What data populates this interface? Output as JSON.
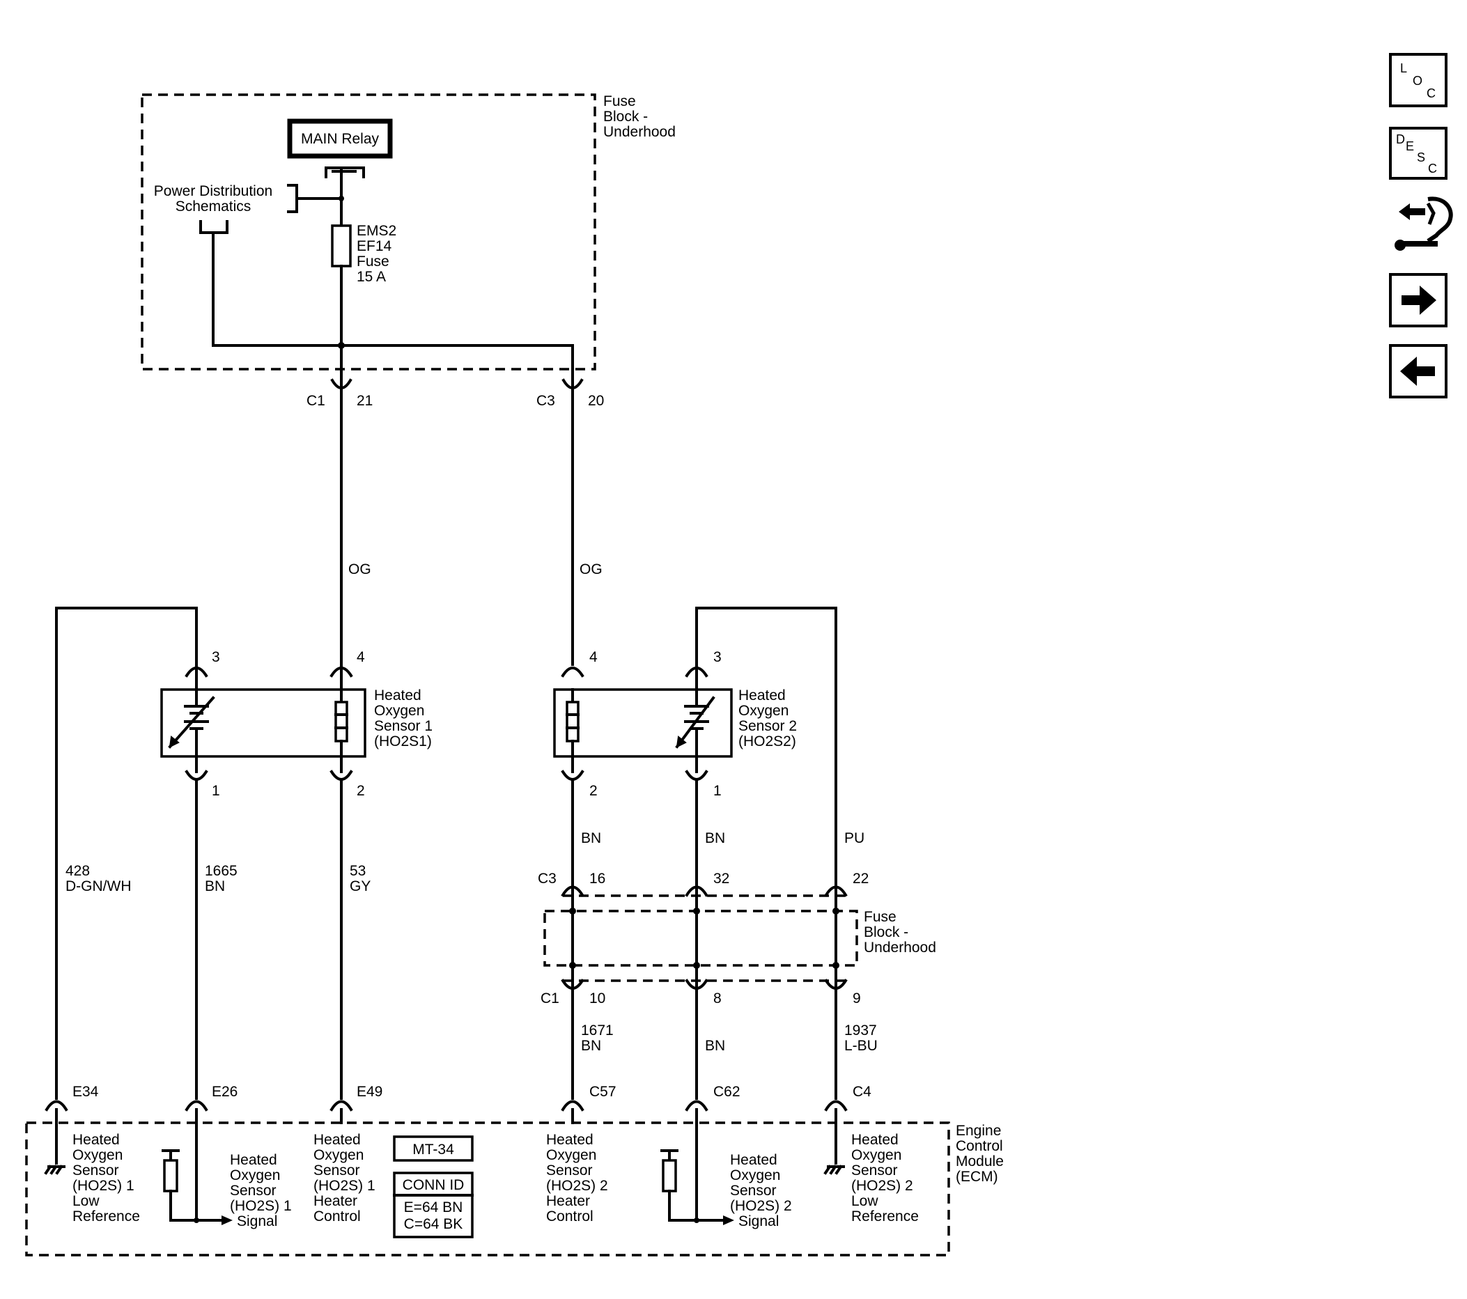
{
  "fuse_block_top": {
    "label_lines": [
      "Fuse",
      "Block -",
      "Underhood"
    ]
  },
  "main_relay": {
    "label": "MAIN Relay"
  },
  "power_distribution": {
    "label_lines": [
      "Power Distribution",
      "Schematics"
    ]
  },
  "fuse": {
    "label_lines": [
      "EMS2",
      "EF14",
      "Fuse",
      "15 A"
    ]
  },
  "connectors_top": [
    {
      "conn": "C1",
      "pin": "21"
    },
    {
      "conn": "C3",
      "pin": "20"
    }
  ],
  "wires_top": [
    "OG",
    "OG"
  ],
  "sensor1": {
    "label_lines": [
      "Heated",
      "Oxygen",
      "Sensor 1",
      "(HO2S1)"
    ],
    "pins": {
      "top_left": "3",
      "top_right": "4",
      "bottom_left": "1",
      "bottom_right": "2"
    }
  },
  "sensor2": {
    "label_lines": [
      "Heated",
      "Oxygen",
      "Sensor 2",
      "(HO2S2)"
    ],
    "pins": {
      "top_left": "4",
      "top_right": "3",
      "bottom_left": "2",
      "bottom_right": "1"
    }
  },
  "wires_left": [
    {
      "num": "428",
      "color": "D-GN/WH"
    },
    {
      "num": "1665",
      "color": "BN"
    },
    {
      "num": "53",
      "color": "GY"
    }
  ],
  "wires_right_upper": [
    "BN",
    "BN",
    "PU"
  ],
  "fuse_block_mid": {
    "conn_top": "C3",
    "pins_top": [
      "16",
      "32",
      "22"
    ],
    "label_lines": [
      "Fuse",
      "Block -",
      "Underhood"
    ],
    "conn_bottom": "C1",
    "pins_bottom": [
      "10",
      "8",
      "9"
    ]
  },
  "wires_right_lower": [
    {
      "num": "1671",
      "color": "BN"
    },
    {
      "num": "",
      "color": "BN"
    },
    {
      "num": "1937",
      "color": "L-BU"
    }
  ],
  "ecm_pins": [
    "E34",
    "E26",
    "E49",
    "C57",
    "C62",
    "C4"
  ],
  "ecm": {
    "label_lines": [
      "Engine",
      "Control",
      "Module",
      "(ECM)"
    ],
    "functions": [
      [
        "Heated",
        "Oxygen",
        "Sensor",
        "(HO2S) 1",
        "Low",
        "Reference"
      ],
      [
        "Heated",
        "Oxygen",
        "Sensor",
        "(HO2S) 1",
        "Signal"
      ],
      [
        "Heated",
        "Oxygen",
        "Sensor",
        "(HO2S) 1",
        "Heater",
        "Control"
      ],
      [
        "Heated",
        "Oxygen",
        "Sensor",
        "(HO2S) 2",
        "Heater",
        "Control"
      ],
      [
        "Heated",
        "Oxygen",
        "Sensor",
        "(HO2S) 2",
        "Signal"
      ],
      [
        "Heated",
        "Oxygen",
        "Sensor",
        "(HO2S) 2",
        "Low",
        "Reference"
      ]
    ]
  },
  "mt_box": {
    "label": "MT-34"
  },
  "conn_id": {
    "title": "CONN ID",
    "lines": [
      "E=64 BN",
      "C=64 BK"
    ]
  },
  "nav": {
    "loc": {
      "letters": [
        "L",
        "O",
        "C"
      ]
    },
    "desc": {
      "letters": [
        "D",
        "E",
        "S",
        "C"
      ]
    },
    "icons": [
      "connector-list-icon",
      "next-arrow-icon",
      "back-arrow-icon"
    ]
  }
}
